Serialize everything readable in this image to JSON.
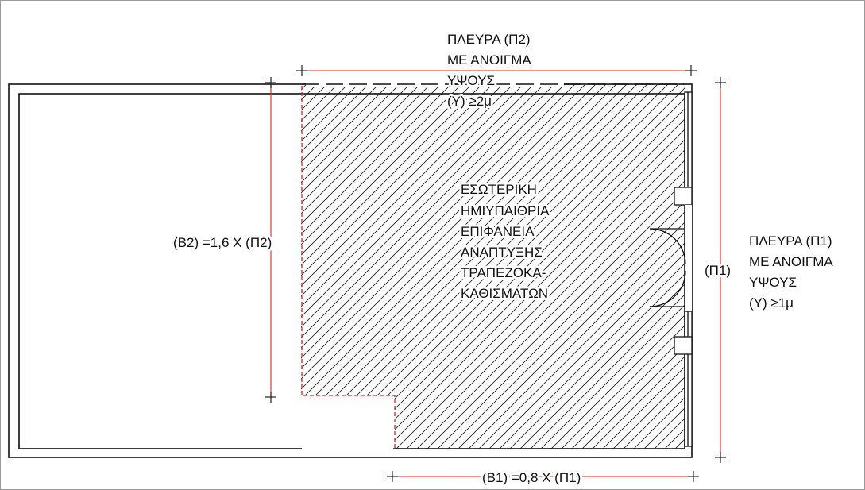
{
  "labels": {
    "side_p2": [
      "ΠΛΕΥΡΑ (Π2)",
      "ΜΕ ΑΝΟΙΓΜΑ",
      "ΥΨΟΥΣ",
      "(Υ) ≥2μ"
    ],
    "side_p1": [
      "ΠΛΕΥΡΑ (Π1)",
      "ΜΕ ΑΝΟΙΓΜΑ",
      "ΥΨΟΥΣ",
      "(Υ) ≥1μ"
    ],
    "area": [
      "ΕΣΩΤΕΡΙΚΗ",
      "ΗΜΙΥΠΑΙΘΡΙΑ",
      "ΕΠΙΦΑΝΕΙΑ",
      "ΑΝΑΠΤΥΞΗΣ",
      "ΤΡΑΠΕΖΟΚΑ-",
      "ΚΑΘΙΣΜΑΤΩΝ"
    ],
    "dim_b2": "(Β2) =1,6 Χ (Π2)",
    "dim_b1": "(Β1) =0,8 Χ (Π1)",
    "dim_p1": "(Π1)"
  },
  "colors": {
    "line": "#111111",
    "dimension": "#e02020",
    "hatch": "#222222",
    "frame": "#999999"
  }
}
